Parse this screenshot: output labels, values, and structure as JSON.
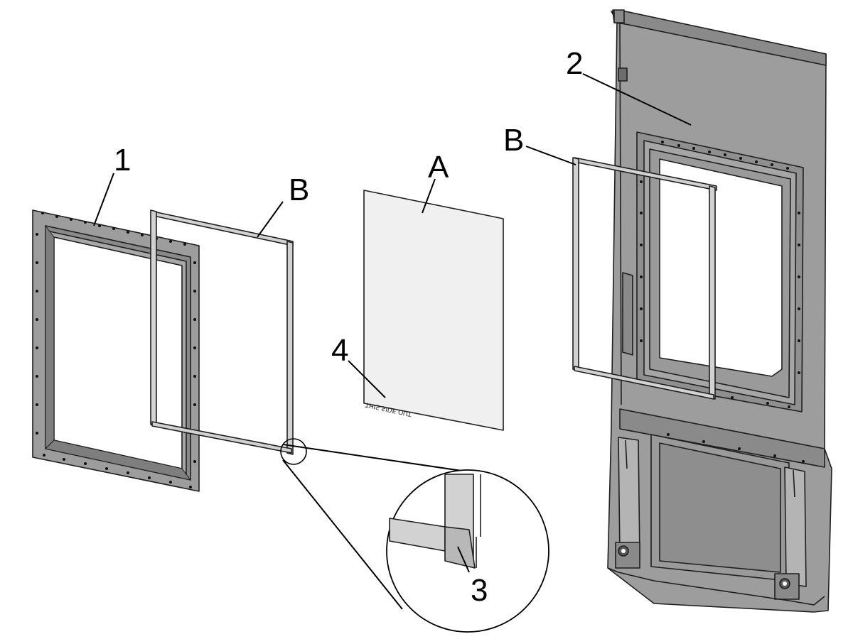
{
  "callouts": {
    "frame_number": "1",
    "door_number": "2",
    "detail_number": "3",
    "label_number": "4",
    "glass_letter": "A",
    "gasket_left_letter": "B",
    "gasket_right_letter": "B"
  },
  "glass_label_text": "THIS SIDE OUT",
  "colors": {
    "metal": "#9d9d9d",
    "metal_dark": "#7f7f7f",
    "gasket": "#d2d2d2",
    "glass": "#f0f0f0",
    "outline": "#1e1e1e"
  }
}
